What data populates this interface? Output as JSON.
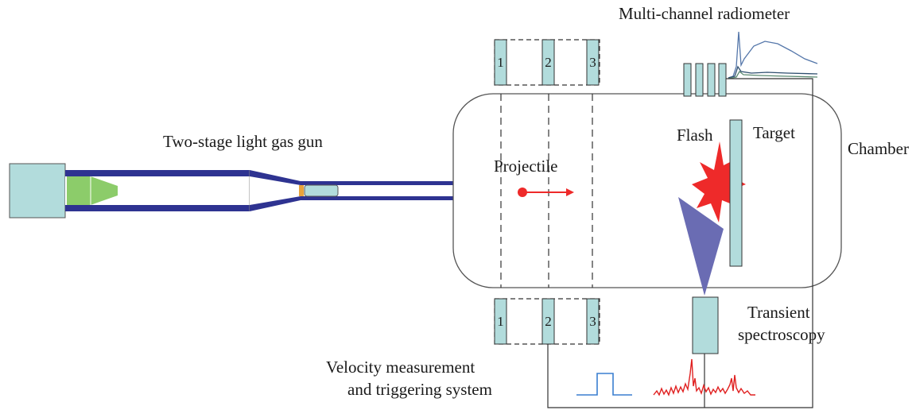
{
  "labels": {
    "radiometer": "Multi-channel radiometer",
    "gun": "Two-stage light gas gun",
    "projectile": "Projectile",
    "flash": "Flash",
    "target": "Target",
    "chamber": "Chamber",
    "transient_1": "Transient",
    "transient_2": "spectroscopy",
    "velocity_1": "Velocity measurement",
    "velocity_2": "and triggering system"
  },
  "gates_top": [
    "1",
    "2",
    "3"
  ],
  "gates_bottom": [
    "1",
    "2",
    "3"
  ],
  "colors": {
    "teal_fill": "#b2dcdc",
    "gun_barrel": "#2e3391",
    "piston_green": "#8ccc6a",
    "flash_red": "#ee2a2a",
    "debris_cone": "#6a6cb3",
    "trigger_signal": "#3a7fd0",
    "spectrum_red": "#e02020",
    "radiometer_trace": "#5577aa"
  }
}
